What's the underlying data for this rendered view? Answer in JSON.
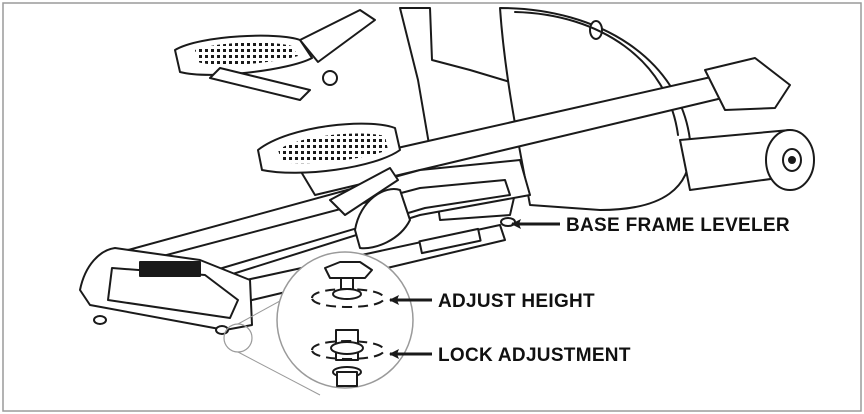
{
  "labels": {
    "base_frame_leveler": "BASE FRAME LEVELER",
    "adjust_height": "ADJUST HEIGHT",
    "lock_adjustment": "LOCK ADJUSTMENT"
  },
  "colors": {
    "line": "#1a1a1a",
    "border": "#9a9a9a",
    "background": "#ffffff"
  }
}
